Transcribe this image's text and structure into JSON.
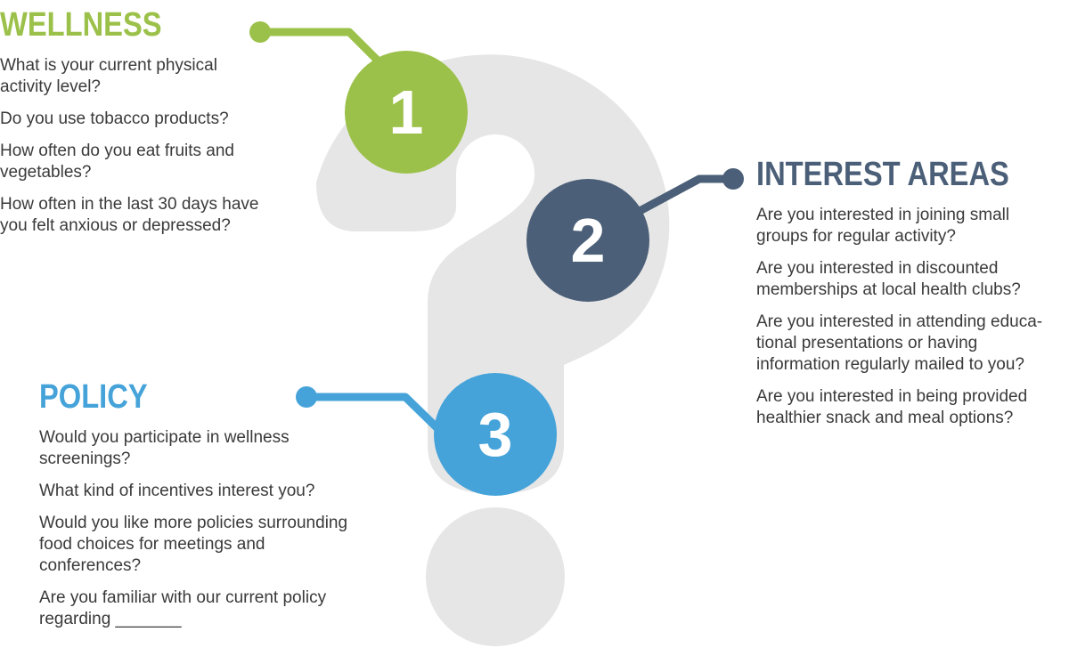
{
  "colors": {
    "wellness": "#9cc14a",
    "interest": "#4b5f78",
    "policy": "#45a3d9",
    "question_mark": "#e6e6e6",
    "body_text": "#3a3a3a"
  },
  "markers": {
    "one": "1",
    "two": "2",
    "three": "3"
  },
  "wellness": {
    "heading": "WELLNESS",
    "questions": [
      "What is your current physical activity level?",
      "Do you use tobacco products?",
      "How often do you eat fruits and vegetables?",
      "How often in the last 30 days have you felt anxious or depressed?"
    ]
  },
  "interest": {
    "heading": "INTEREST AREAS",
    "questions": [
      "Are you interested in joining small groups for regular activity?",
      "Are you interested in discounted memberships at local health clubs?",
      "Are you interested in attending educa-tional presentations or having information regularly mailed to you?",
      "Are you interested in being provided healthier snack and meal options?"
    ]
  },
  "policy": {
    "heading": "POLICY",
    "questions": [
      "Would you participate in wellness screenings?",
      "What kind of incentives interest you?",
      "Would you like more policies surrounding food choices for meetings and conferences?",
      "Are you familiar with our current policy regarding _______"
    ]
  }
}
